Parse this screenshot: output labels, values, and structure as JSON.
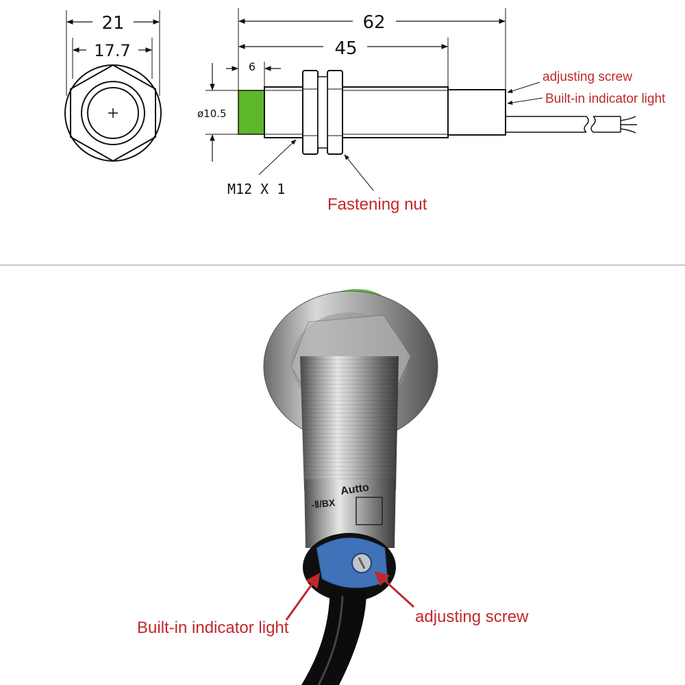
{
  "dimensions": {
    "outer_width": "21",
    "inner_width": "17.7",
    "total_length": "62",
    "body_length": "45",
    "cap_length": "6",
    "diameter": "ø10.5",
    "thread": "M12 X 1"
  },
  "labels": {
    "fastening_nut": "Fastening nut",
    "adjusting_screw": "adjusting screw",
    "indicator_light": "Built-in indicator light",
    "photo_indicator_light": "Built-in indicator light",
    "photo_adjusting_screw": "adjusting screw"
  },
  "photo_markings": {
    "brand": "Autto",
    "model": "-Ⅱ/BX"
  },
  "colors": {
    "callout_red": "#c0282a",
    "sensor_face_green": "#5cb82a",
    "adjust_cap_blue": "#3f72b8",
    "divider_gray": "#c8c8c8"
  }
}
